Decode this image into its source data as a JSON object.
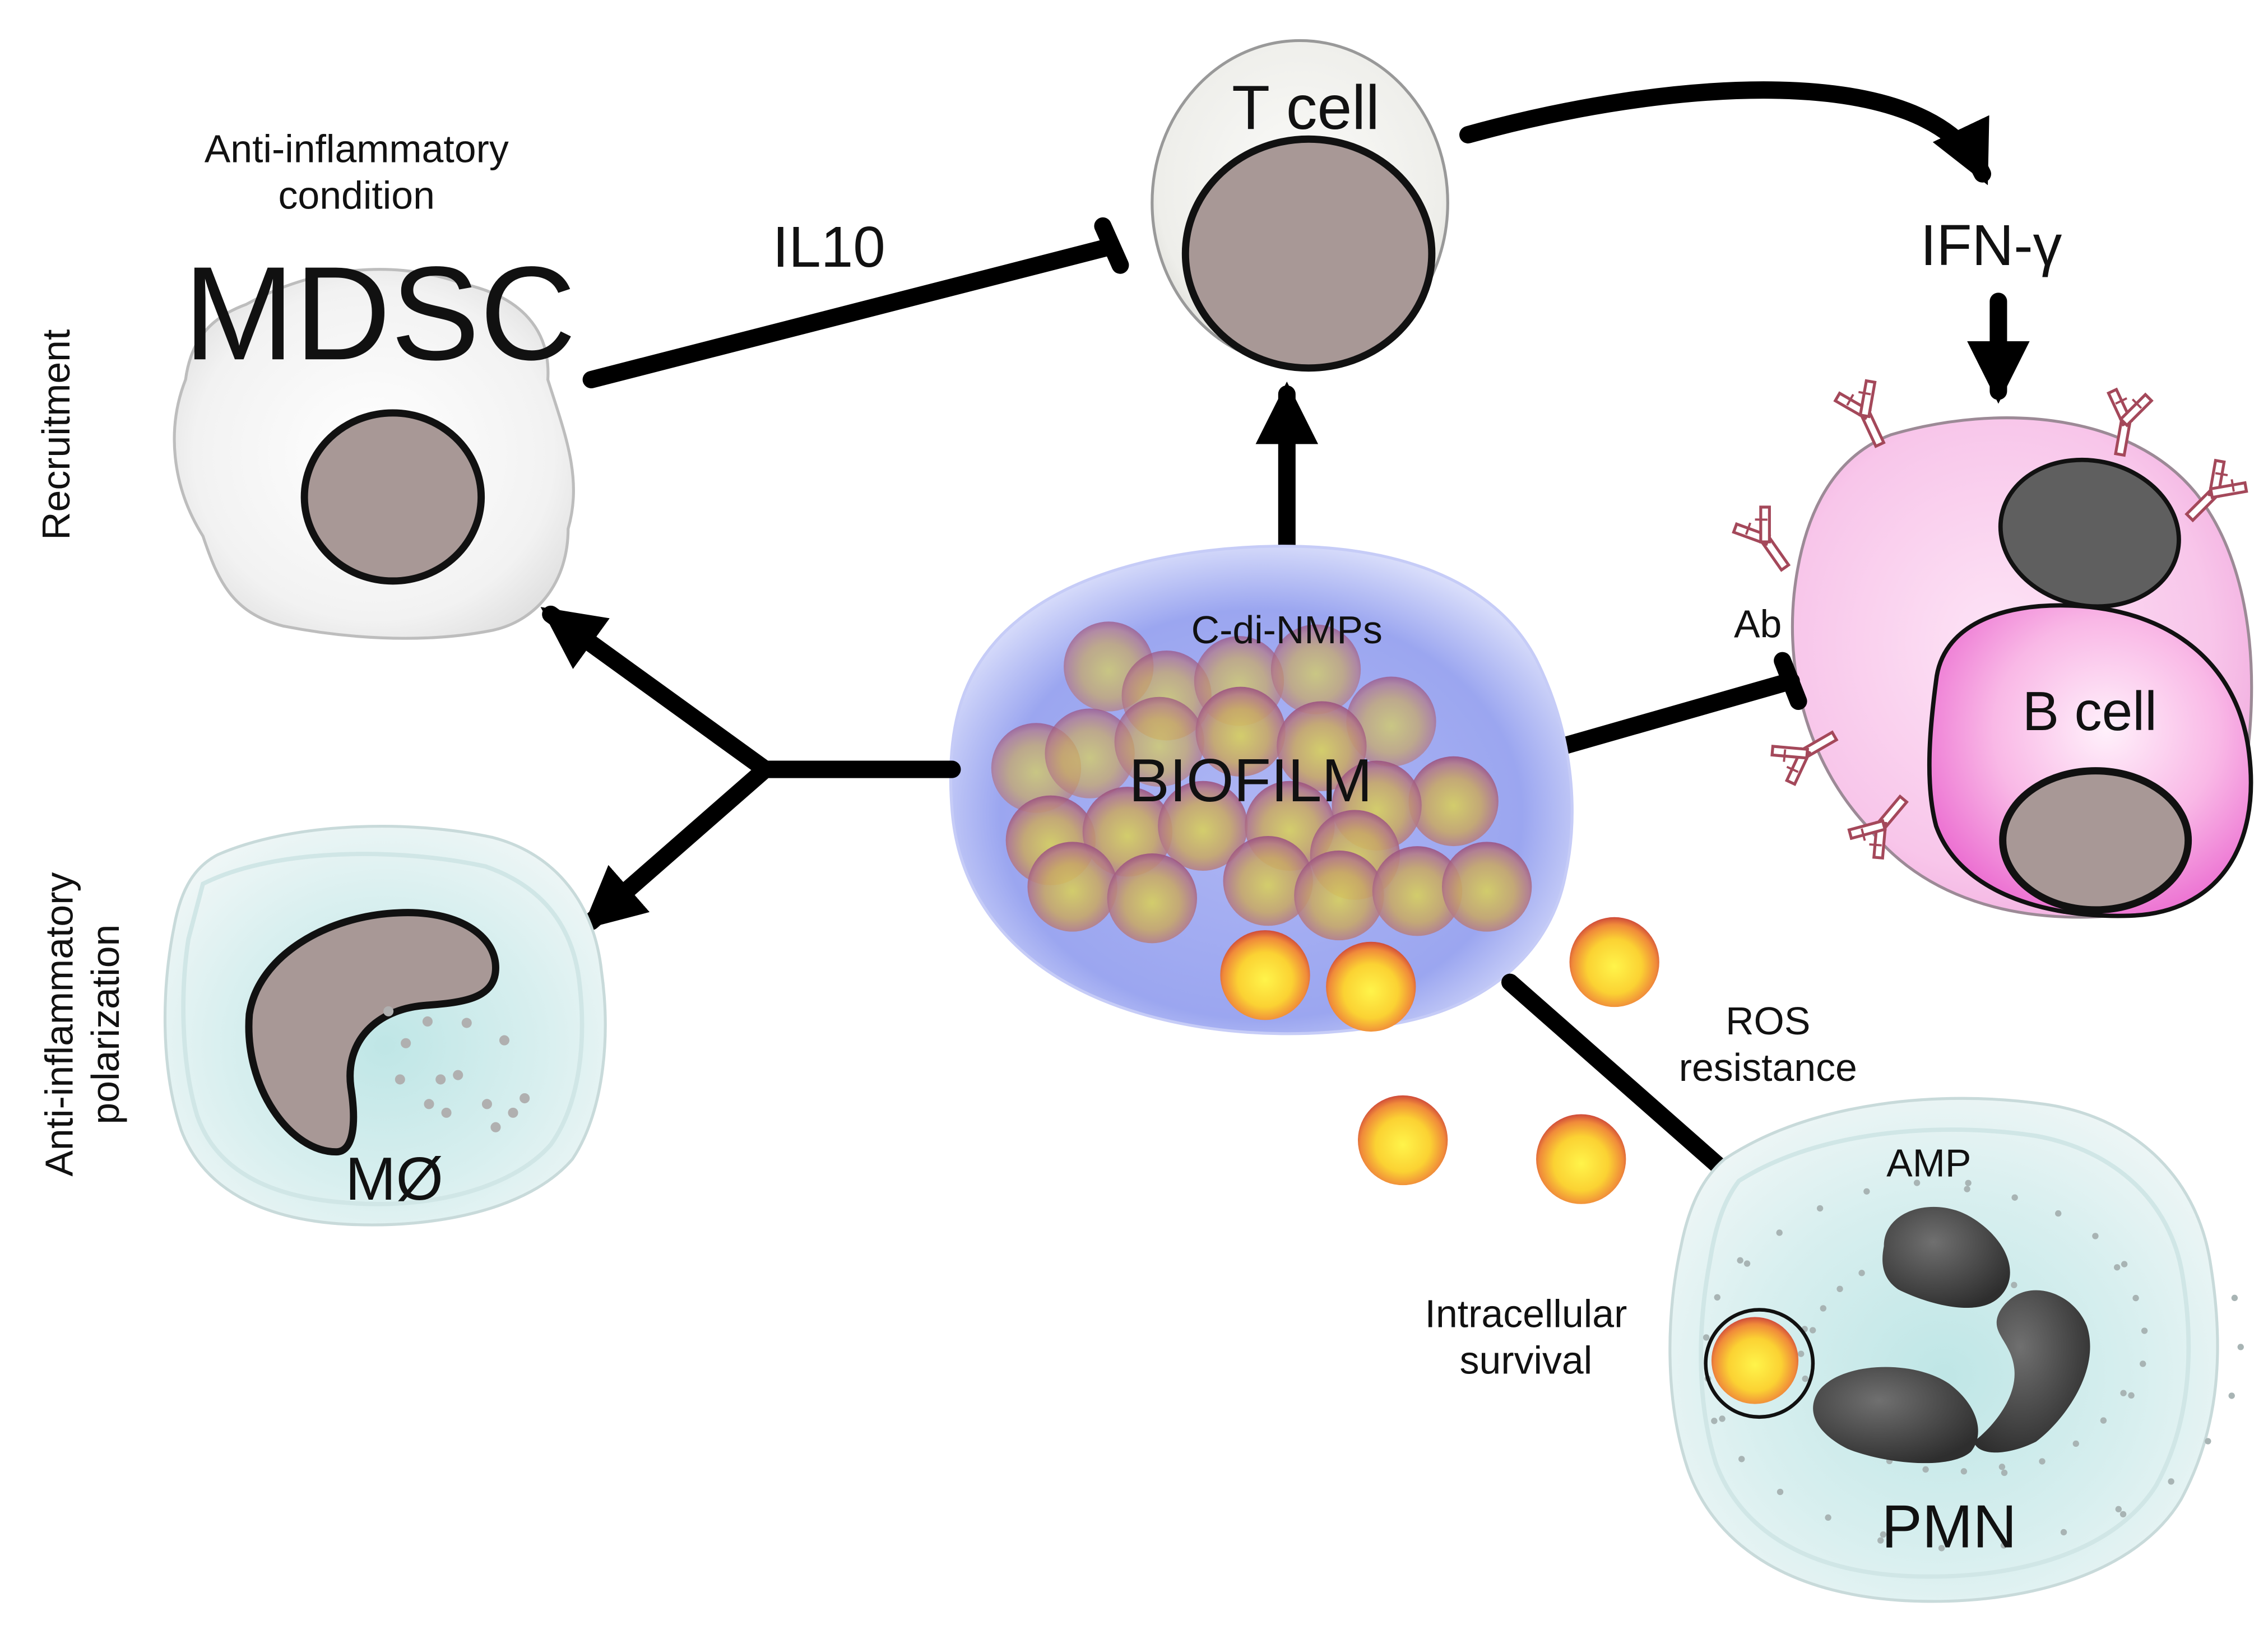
{
  "labels": {
    "t_cell": "T cell",
    "il10": "IL10",
    "ifn_gamma": "IFN-γ",
    "anti_inflammatory_condition_line1": "Anti-inflammatory",
    "anti_inflammatory_condition_line2": "condition",
    "recruitment": "Recruitment",
    "mdsc": "MDSC",
    "c_di_nmps": "C-di-NMPs",
    "biofilm": "BIOFILM",
    "ab": "Ab",
    "b_cell": "B cell",
    "anti_inflammatory_polarization_line1": "Anti-inflammatory",
    "anti_inflammatory_polarization_line2": "polarization",
    "macrophage": "MØ",
    "ros_resistance_line1": "ROS",
    "ros_resistance_line2": "resistance",
    "amp": "AMP",
    "intracellular_survival_line1": "Intracellular",
    "intracellular_survival_line2": "survival",
    "pmn": "PMN"
  },
  "colors": {
    "nucleus": "#a89896",
    "t_cell_membrane": "#eeeeeb",
    "mdsc_membrane": "#eeeeee",
    "biofilm_matrix": "#9aa6f2",
    "bacterium_core": "#ffef1a",
    "bacterium_rim": "#d85c3a",
    "b_cell_body": "#f8c8ec",
    "b_cell_inner": "#f27ad8",
    "b_cell_dark_nucleus": "#5f5f5f",
    "antibody": "#a4485a",
    "phagocyte_membrane": "#d6eeee",
    "pmn_nucleus": "#3e3e3e"
  }
}
